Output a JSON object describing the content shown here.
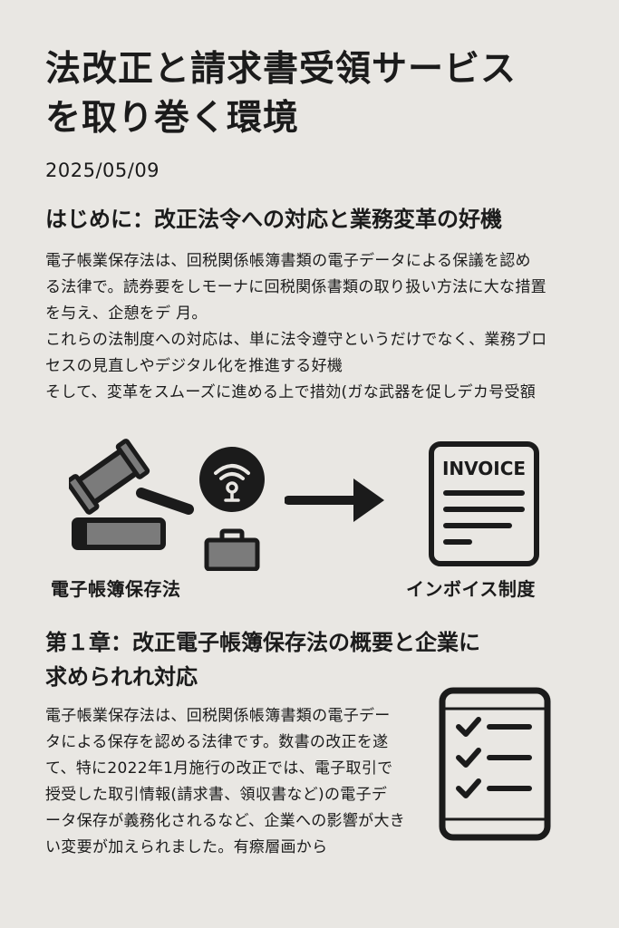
{
  "title_lines": [
    "法改正と請求書受領サービス",
    "を取り巻く環境"
  ],
  "date": "2025/05/09",
  "intro": {
    "heading": "はじめに：改正法令への対応と業務変革の好機",
    "lines": [
      "電子帳業保存法は、回税関係帳簿書類の電子データによる保議を認め",
      "る法律で。読券要をしモーナに回税関係書類の取り扱い方法に大な措置",
      "を与え、企憩をデ 月。",
      "これらの法制度への対応は、単に法令遵守というだけでなく、業務ブロ",
      "セスの見直しやデジタル化を推進する好機",
      "そして、変革をスムーズに進める上で措効(ガな武器を促しデカ号受額"
    ]
  },
  "illustration": {
    "left_label": "電子帳簿保存法",
    "right_label": "インボイス制度",
    "invoice_text": "INVOICE"
  },
  "chapter1": {
    "heading_lines": [
      "第１章：改正電子帳簿保存法の概要と企業に",
      "求められれ対応"
    ],
    "lines": [
      "電子帳業保存法は、回税関係帳簿書類の電子デー",
      "タによる保存を認める法律です。数書の改正を遂",
      "て、特に2022年1月施行の改正では、電子取引で",
      "授受した取引情報(請求書、領収書など)の電子デ",
      "ータ保存が義務化されるなど、企業への影響が大き",
      "い変要が加えられました。有瘵層画から"
    ]
  }
}
